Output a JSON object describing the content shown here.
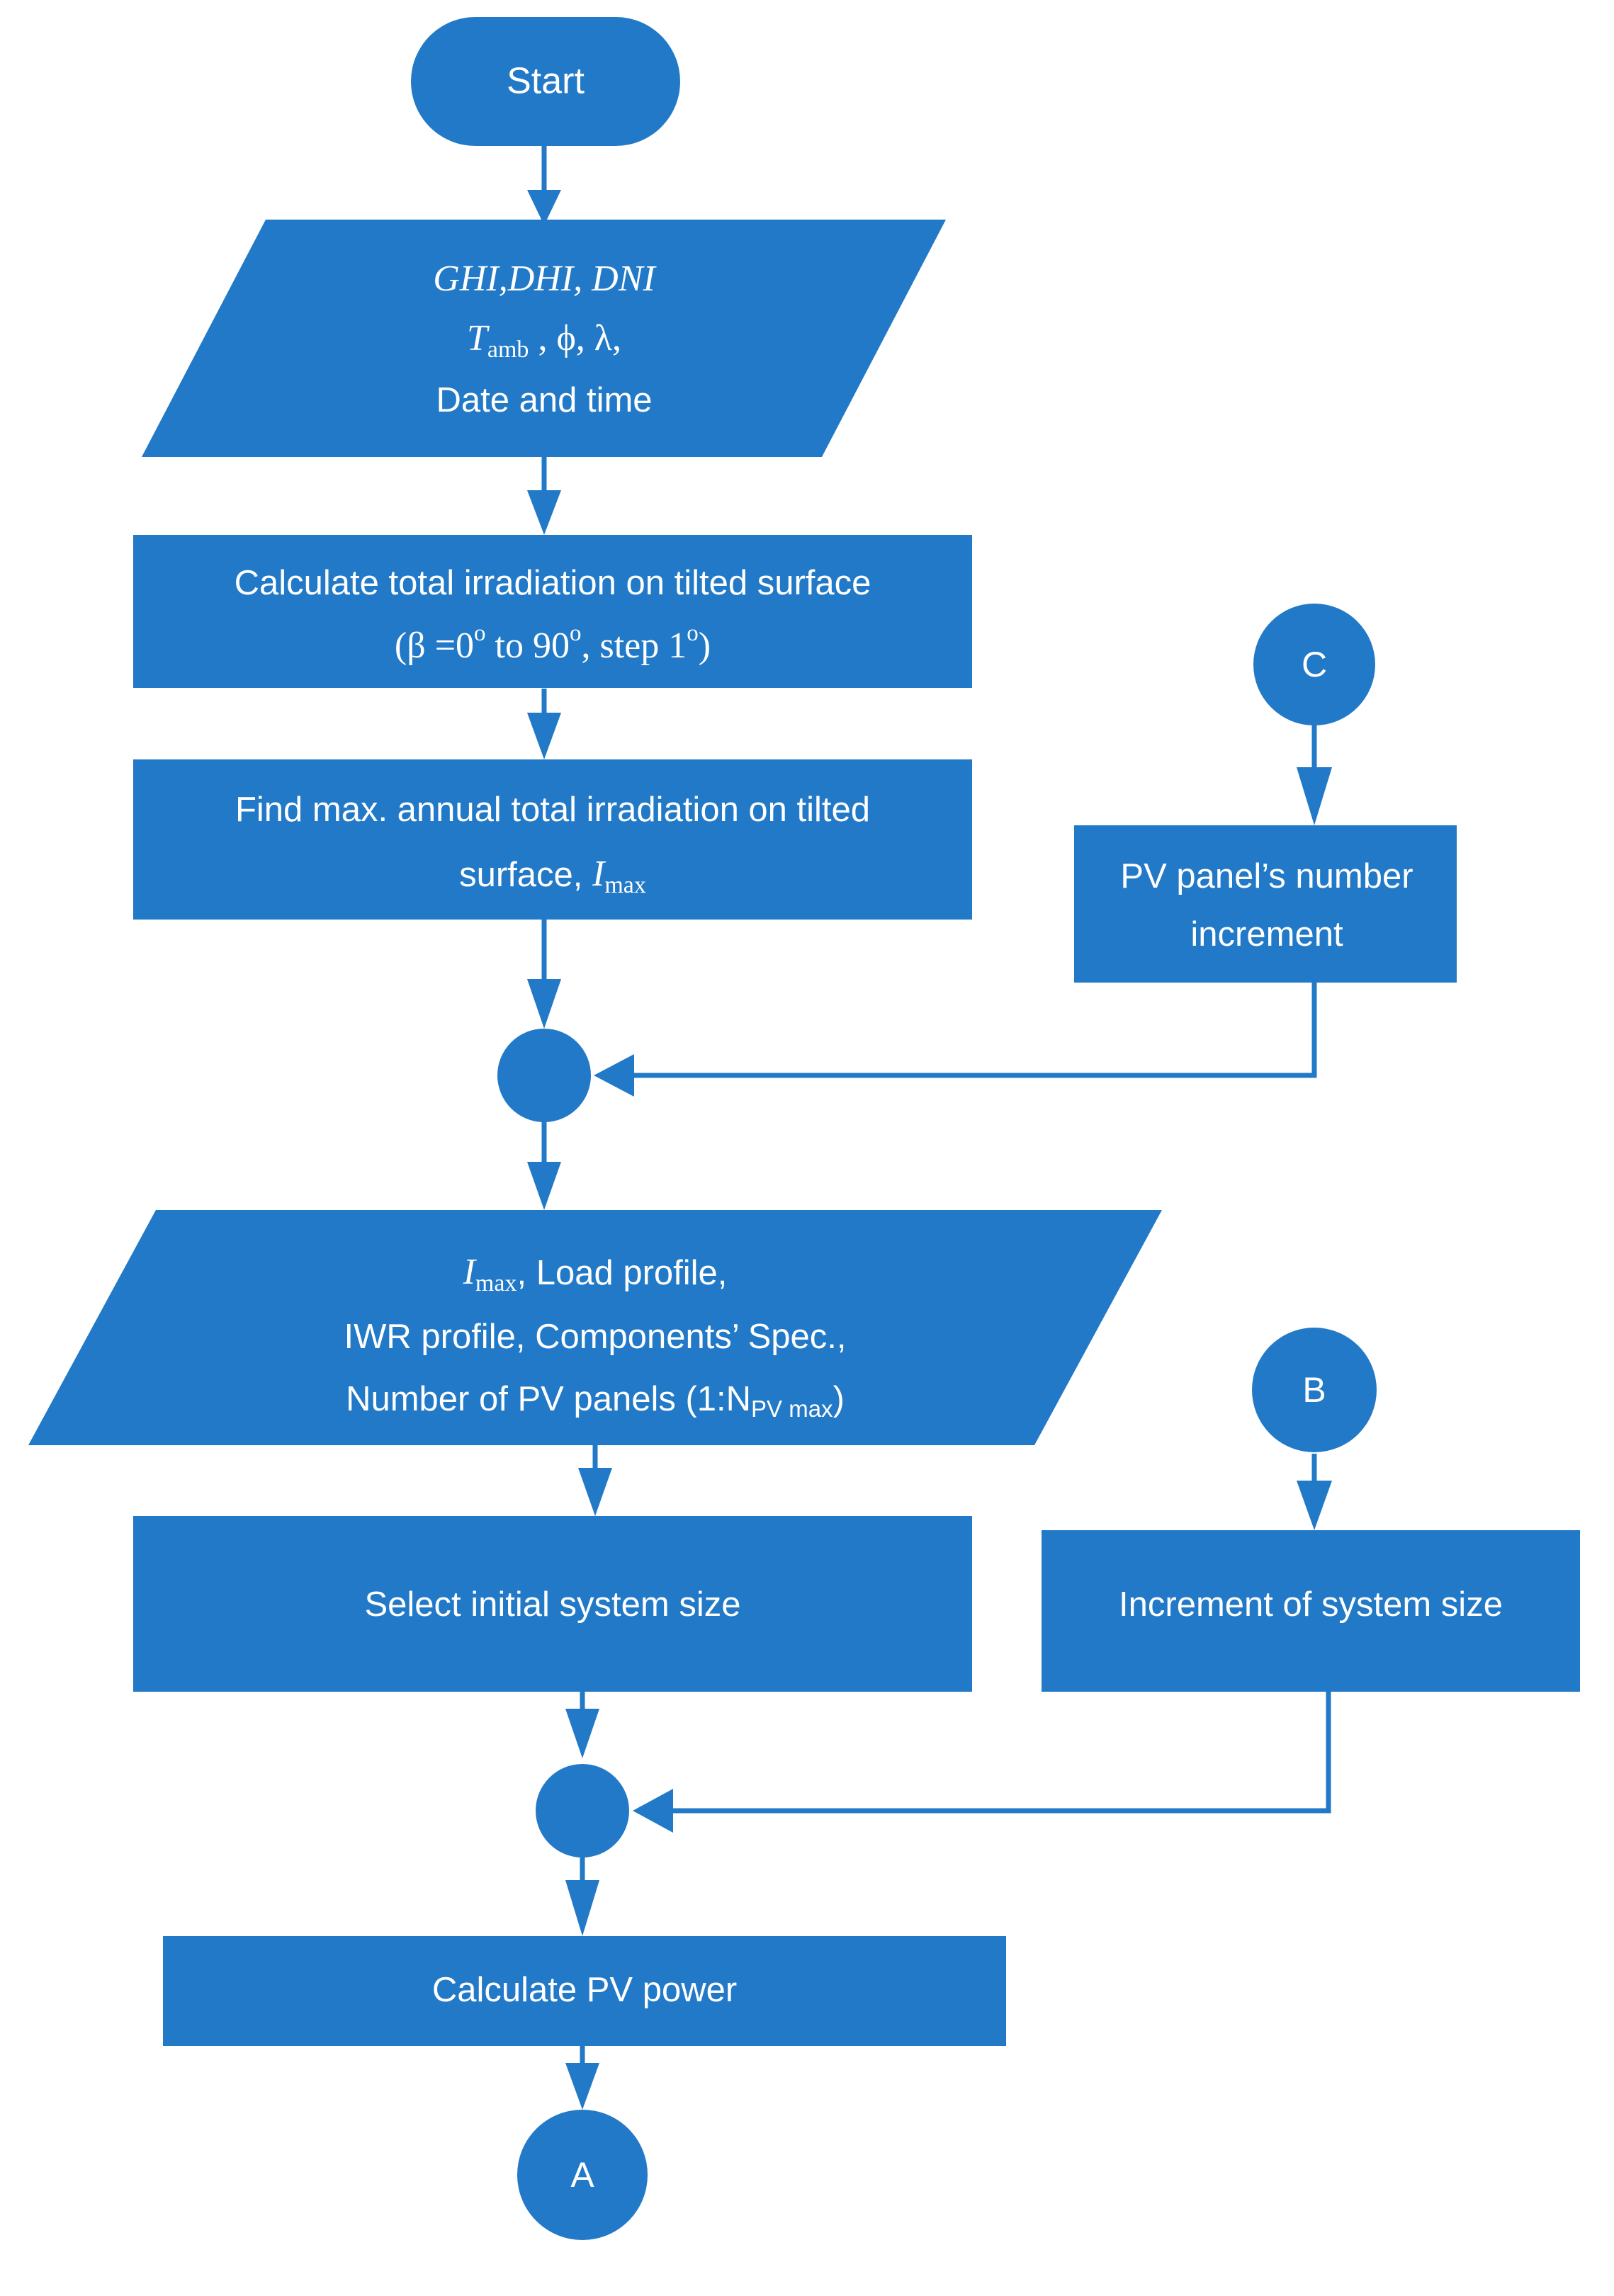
{
  "diagram": {
    "title": "PV system sizing flowchart",
    "accent_color": "#2179C7",
    "text_color": "#FFFFFF",
    "background_color": "#FFFFFF"
  },
  "nodes": {
    "start": {
      "shape": "terminator",
      "label": "Start"
    },
    "input_irradiance": {
      "shape": "parallelogram",
      "lines": [
        {
          "parts": [
            {
              "t": "GHI,DHI, DNI",
              "style": "serif-italic"
            }
          ]
        },
        {
          "parts": [
            {
              "t": "T",
              "style": "serif-italic"
            },
            {
              "t": "amb",
              "style": "subscript-serif"
            },
            {
              "t": " , ϕ, λ,",
              "style": "serif-roman"
            }
          ]
        },
        {
          "parts": [
            {
              "t": "Date and time",
              "style": "sans"
            }
          ]
        }
      ],
      "plain": "GHI,DHI, DNI / T_amb , ϕ, λ, / Date and time"
    },
    "calc_irradiation": {
      "shape": "process",
      "lines": [
        {
          "parts": [
            {
              "t": "Calculate total irradiation on tilted surface",
              "style": "sans"
            }
          ]
        },
        {
          "parts": [
            {
              "t": "(β =0",
              "style": "serif-roman"
            },
            {
              "t": "o",
              "style": "superscript-serif"
            },
            {
              "t": " to 90",
              "style": "serif-roman"
            },
            {
              "t": "o",
              "style": "superscript-serif"
            },
            {
              "t": ", step 1",
              "style": "serif-roman"
            },
            {
              "t": "o",
              "style": "superscript-serif"
            },
            {
              "t": ")",
              "style": "serif-roman"
            }
          ]
        }
      ],
      "plain": "Calculate total irradiation on tilted surface (β =0° to 90°, step 1°)"
    },
    "find_max": {
      "shape": "process",
      "lines": [
        {
          "parts": [
            {
              "t": "Find max. annual total irradiation on tilted",
              "style": "sans"
            }
          ]
        },
        {
          "parts": [
            {
              "t": "surface, ",
              "style": "sans"
            },
            {
              "t": "I",
              "style": "serif-italic"
            },
            {
              "t": "max",
              "style": "subscript-serif"
            }
          ]
        }
      ],
      "plain": "Find max. annual total irradiation on tilted surface, I_max"
    },
    "connector_c": {
      "shape": "connector-circle",
      "label": "C"
    },
    "pv_panel_increment": {
      "shape": "process",
      "lines": [
        {
          "parts": [
            {
              "t": "PV panel’s number",
              "style": "sans"
            }
          ]
        },
        {
          "parts": [
            {
              "t": "increment",
              "style": "sans"
            }
          ]
        }
      ],
      "plain": "PV panel’s number increment"
    },
    "merge_top": {
      "shape": "junction-dot",
      "label": ""
    },
    "input_system": {
      "shape": "parallelogram",
      "lines": [
        {
          "parts": [
            {
              "t": "I",
              "style": "serif-italic"
            },
            {
              "t": "max",
              "style": "subscript-serif"
            },
            {
              "t": ", Load profile,",
              "style": "sans"
            }
          ]
        },
        {
          "parts": [
            {
              "t": "IWR profile, Components’ Spec.,",
              "style": "sans"
            }
          ]
        },
        {
          "parts": [
            {
              "t": "Number of PV panels (1:N",
              "style": "sans"
            },
            {
              "t": "PV max",
              "style": "subscript-sans"
            },
            {
              "t": ")",
              "style": "sans"
            }
          ]
        }
      ],
      "plain": "I_max, Load profile, / IWR profile, Components’ Spec., / Number of PV panels (1:N_PV max)"
    },
    "select_initial": {
      "shape": "process",
      "lines": [
        {
          "parts": [
            {
              "t": "Select initial system size",
              "style": "sans"
            }
          ]
        }
      ],
      "plain": "Select initial system size"
    },
    "connector_b": {
      "shape": "connector-circle",
      "label": "B"
    },
    "increment_system": {
      "shape": "process",
      "lines": [
        {
          "parts": [
            {
              "t": "Increment of system size",
              "style": "sans"
            }
          ]
        }
      ],
      "plain": "Increment of system size"
    },
    "merge_bottom": {
      "shape": "junction-dot",
      "label": ""
    },
    "calc_pv_power": {
      "shape": "process",
      "lines": [
        {
          "parts": [
            {
              "t": "Calculate PV power",
              "style": "sans"
            }
          ]
        }
      ],
      "plain": "Calculate PV power"
    },
    "connector_a": {
      "shape": "connector-circle",
      "label": "A"
    }
  },
  "edges": [
    {
      "from": "start",
      "to": "input_irradiance",
      "kind": "vertical-arrow"
    },
    {
      "from": "input_irradiance",
      "to": "calc_irradiation",
      "kind": "vertical-arrow"
    },
    {
      "from": "calc_irradiation",
      "to": "find_max",
      "kind": "vertical-arrow"
    },
    {
      "from": "find_max",
      "to": "merge_top",
      "kind": "vertical-arrow"
    },
    {
      "from": "connector_c",
      "to": "pv_panel_increment",
      "kind": "vertical-arrow"
    },
    {
      "from": "pv_panel_increment",
      "to": "merge_top",
      "kind": "elbow-left-arrow"
    },
    {
      "from": "merge_top",
      "to": "input_system",
      "kind": "vertical-arrow"
    },
    {
      "from": "input_system",
      "to": "select_initial",
      "kind": "vertical-arrow"
    },
    {
      "from": "connector_b",
      "to": "increment_system",
      "kind": "vertical-arrow"
    },
    {
      "from": "select_initial",
      "to": "merge_bottom",
      "kind": "vertical-arrow"
    },
    {
      "from": "increment_system",
      "to": "merge_bottom",
      "kind": "elbow-left-arrow"
    },
    {
      "from": "merge_bottom",
      "to": "calc_pv_power",
      "kind": "vertical-arrow"
    },
    {
      "from": "calc_pv_power",
      "to": "connector_a",
      "kind": "vertical-arrow"
    }
  ]
}
